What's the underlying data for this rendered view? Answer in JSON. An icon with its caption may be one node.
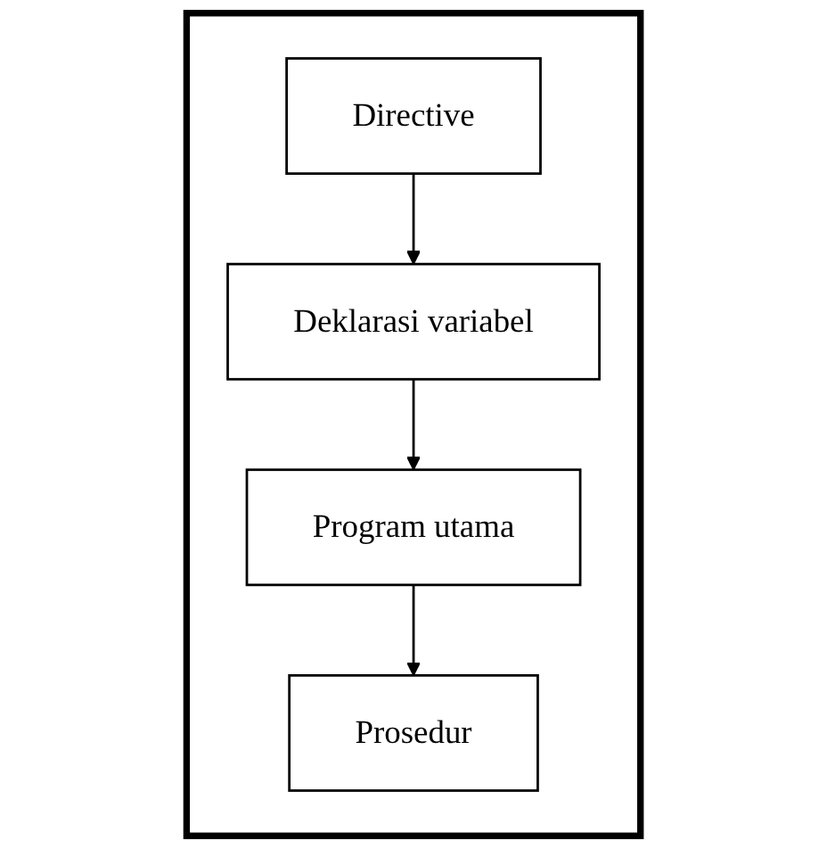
{
  "diagram": {
    "nodes": [
      {
        "text": [],
        "shape": "box"
      },
      {
        "text": [
          "Directive"
        ],
        "in": 0
      },
      {
        "text": [
          "Deklarasi variabel"
        ],
        "in": 0
      },
      {
        "text": [
          "Program utama"
        ],
        "in": 0
      },
      {
        "text": [
          "Prosedur"
        ],
        "in": 0
      }
    ],
    "edges": [
      {
        "from": 1,
        "to": 2,
        "arrow": "to"
      },
      {
        "from": 2,
        "to": 3,
        "arrow": "to"
      },
      {
        "from": 3,
        "to": 4,
        "arrow": "to"
      }
    ]
  }
}
